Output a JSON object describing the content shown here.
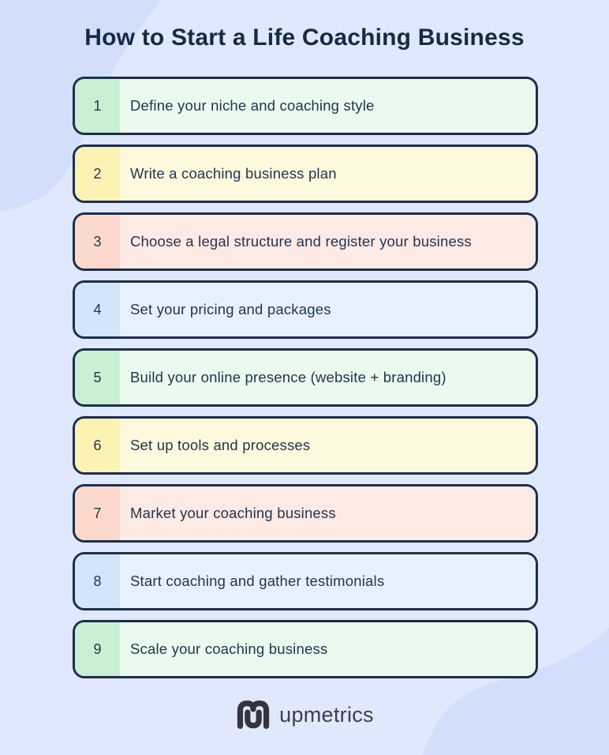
{
  "page": {
    "title": "How to Start a Life Coaching Business"
  },
  "steps": [
    {
      "number": "1",
      "label": "Define your niche and coaching style",
      "theme": "green"
    },
    {
      "number": "2",
      "label": "Write a coaching business plan",
      "theme": "yellow"
    },
    {
      "number": "3",
      "label": "Choose a legal structure and register your business",
      "theme": "red"
    },
    {
      "number": "4",
      "label": "Set your pricing and packages",
      "theme": "blue"
    },
    {
      "number": "5",
      "label": "Build your online presence (website + branding)",
      "theme": "green"
    },
    {
      "number": "6",
      "label": "Set up tools and processes",
      "theme": "yellow"
    },
    {
      "number": "7",
      "label": "Market your coaching business",
      "theme": "red"
    },
    {
      "number": "8",
      "label": "Start coaching and gather testimonials",
      "theme": "blue"
    },
    {
      "number": "9",
      "label": "Scale your coaching business",
      "theme": "green"
    }
  ],
  "themes": {
    "green": {
      "stripe": "#c9f0d2",
      "body": "#eafaee"
    },
    "yellow": {
      "stripe": "#fcf2b4",
      "body": "#fdf9dc"
    },
    "red": {
      "stripe": "#fcd9cc",
      "body": "#fdeae5"
    },
    "blue": {
      "stripe": "#d3e5fb",
      "body": "#e6f1fd"
    }
  },
  "footer": {
    "brand": "upmetrics"
  },
  "colors": {
    "background": "#dfe8fd",
    "corner_blob": "#d3defa",
    "card_border": "#1e2e4c",
    "title_text": "#152a46",
    "body_text": "#243450",
    "logo": "#34353c"
  }
}
